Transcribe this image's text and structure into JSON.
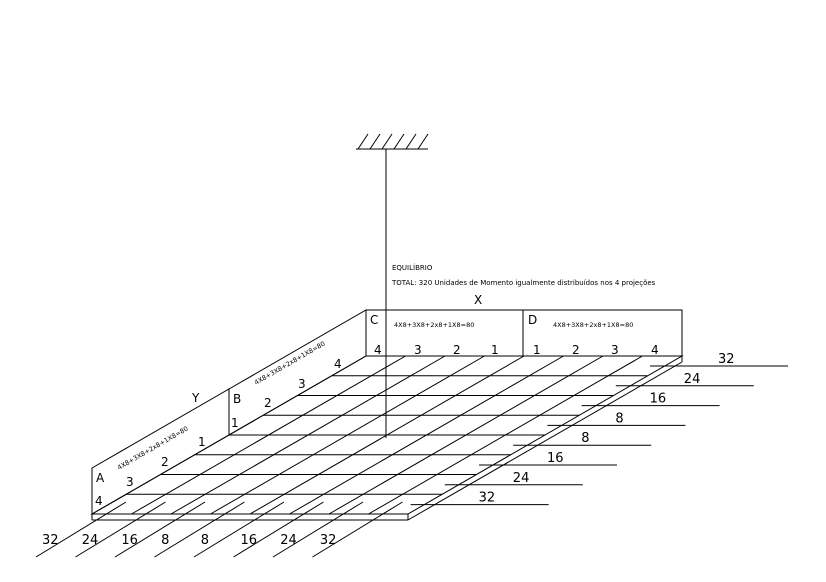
{
  "title": "EQUILÍBRIO",
  "total_text": "TOTAL: 320 Unidades de Momento igualmente distribuídos nos 4 projeções",
  "axis_x": "X",
  "axis_y": "Y",
  "panel_labels": {
    "a": "A",
    "b": "B",
    "c": "C",
    "d": "D"
  },
  "formulas": {
    "a": "4X8+3X8+2x8+1X8=80",
    "b": "4X8+3X8+2x8+1X8=80",
    "c": "4X8+3X8+2x8+1X8=80",
    "d": "4X8+3X8+2x8+1X8=80"
  },
  "front_ticks": [
    "4",
    "3",
    "2",
    "1",
    "1",
    "2",
    "3",
    "4"
  ],
  "side_ticks": [
    "4",
    "3",
    "2",
    "1",
    "4",
    "3",
    "2",
    "1"
  ],
  "right_values": [
    "32",
    "24",
    "16",
    "8",
    "8",
    "16",
    "24",
    "32"
  ],
  "bottom_values": [
    "32",
    "24",
    "16",
    "8",
    "8",
    "16",
    "24",
    "32"
  ]
}
